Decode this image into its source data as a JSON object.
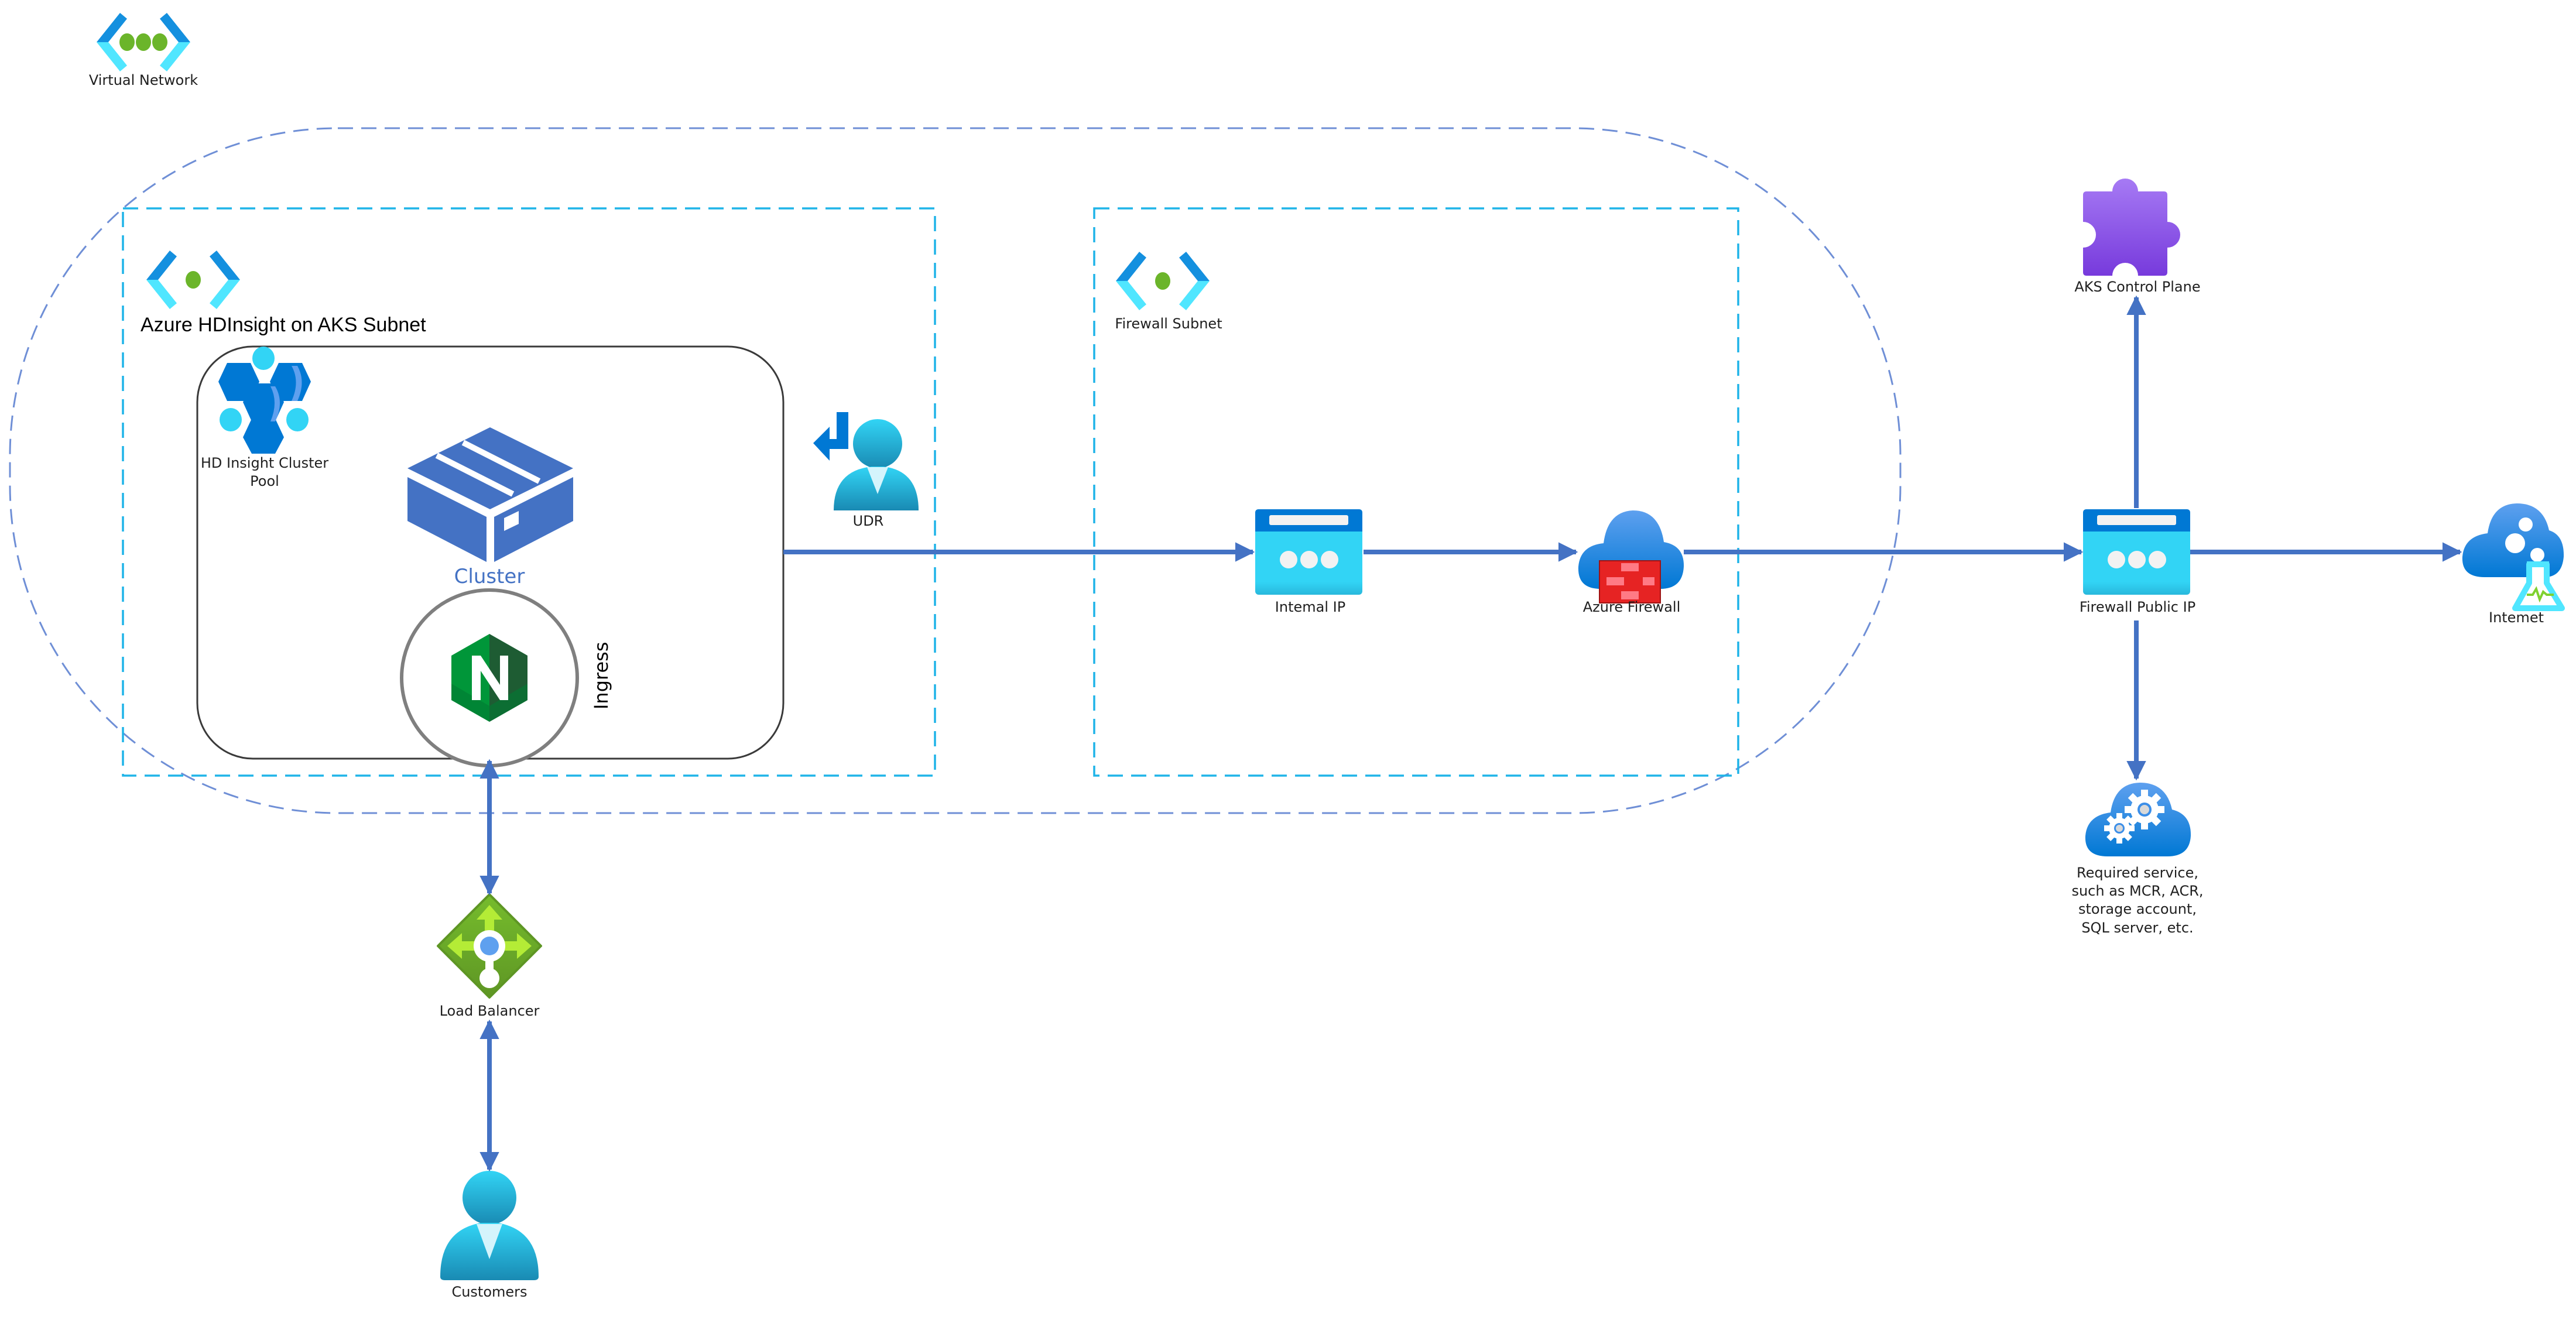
{
  "diagram": {
    "title": "Azure HDInsight on AKS outbound traffic via Azure Firewall",
    "containers": {
      "virtual_network": {
        "label": "Virtual Network",
        "icon": "virtual-network-icon"
      },
      "hdi_subnet": {
        "label": "Azure HDInsight on AKS Subnet",
        "icon": "subnet-icon"
      },
      "firewall_subnet": {
        "label": "Firewall Subnet",
        "icon": "subnet-icon"
      }
    },
    "nodes": {
      "cluster_pool": {
        "label_line1": "HD Insight Cluster",
        "label_line2": "Pool",
        "icon": "hdinsight-cluster-pool-icon"
      },
      "cluster": {
        "label": "Cluster",
        "icon": "cluster-box-icon"
      },
      "ingress": {
        "label": "Ingress",
        "icon": "nginx-icon"
      },
      "udr": {
        "label": "UDR",
        "icon": "route-table-user-icon"
      },
      "internal_ip": {
        "label": "Intemal IP",
        "icon": "ip-address-icon"
      },
      "azure_firewall": {
        "label": "Azure Firewall",
        "icon": "azure-firewall-icon"
      },
      "firewall_public_ip": {
        "label": "Firewall Public IP",
        "icon": "public-ip-icon"
      },
      "aks_control_plane": {
        "label": "AKS Control Plane",
        "icon": "puzzle-piece-icon"
      },
      "required_service": {
        "label_lines": [
          "Required service,",
          "such as MCR, ACR,",
          "storage account,",
          "SQL server, etc."
        ],
        "icon": "cloud-services-icon"
      },
      "internet": {
        "label": "Intemet",
        "icon": "cloud-lab-icon"
      },
      "load_balancer": {
        "label": "Load Balancer",
        "icon": "load-balancer-icon"
      },
      "customers": {
        "label": "Customers",
        "icon": "user-icon"
      }
    },
    "edges": [
      {
        "from": "cluster",
        "to": "internal_ip",
        "direction": "forward"
      },
      {
        "from": "internal_ip",
        "to": "azure_firewall",
        "direction": "forward"
      },
      {
        "from": "azure_firewall",
        "to": "firewall_public_ip",
        "direction": "forward"
      },
      {
        "from": "firewall_public_ip",
        "to": "internet",
        "direction": "forward"
      },
      {
        "from": "firewall_public_ip",
        "to": "aks_control_plane",
        "direction": "forward"
      },
      {
        "from": "firewall_public_ip",
        "to": "required_service",
        "direction": "forward"
      },
      {
        "from": "ingress",
        "to": "load_balancer",
        "direction": "both"
      },
      {
        "from": "load_balancer",
        "to": "customers",
        "direction": "both"
      }
    ],
    "colors": {
      "arrow": "#4472c4",
      "vnet_border": "#6f8fd6",
      "subnet_border": "#1fb4e8",
      "cluster_blue": "#4472c4",
      "azure_blue": "#0078d4",
      "azure_cyan": "#32d4f5",
      "green": "#5ea829",
      "firewall_red": "#e62323",
      "purple": "#8c5ce6",
      "nginx_green": "#009639"
    }
  }
}
